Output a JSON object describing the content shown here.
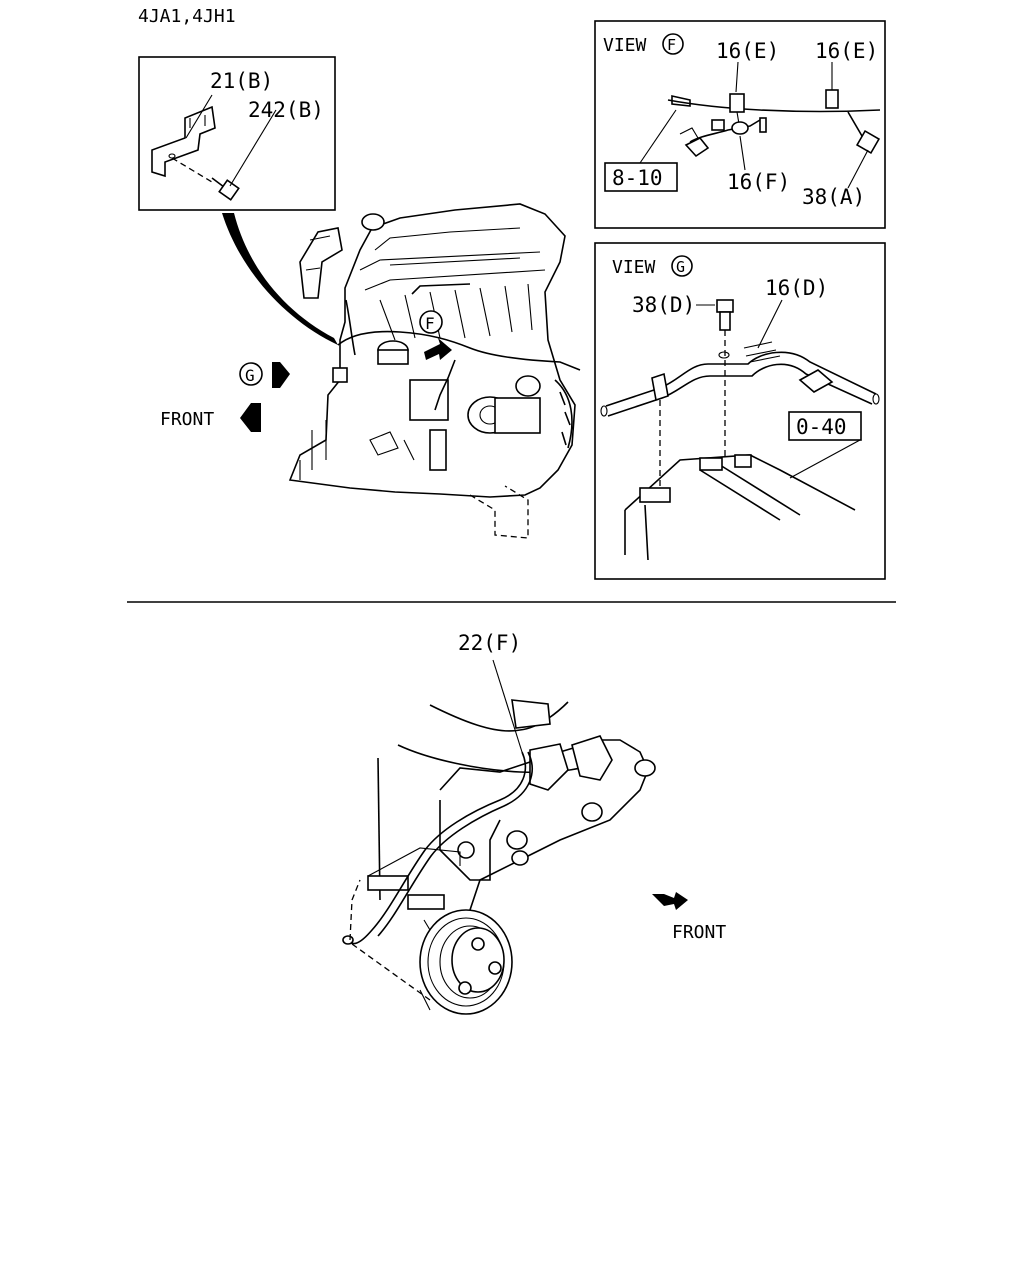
{
  "header": {
    "engine_codes": "4JA1,4JH1"
  },
  "detail_box": {
    "part_bracket": "21(B)",
    "part_bolt": "242(B)"
  },
  "engine_view": {
    "view_f_marker": "F",
    "view_g_marker": "G",
    "front_label": "FRONT"
  },
  "view_f": {
    "title": "VIEW",
    "marker": "F",
    "labels": [
      "16(E)",
      "16(E)",
      "8-10",
      "16(F)",
      "38(A)"
    ]
  },
  "view_g": {
    "title": "VIEW",
    "marker": "G",
    "labels": [
      "38(D)",
      "16(D)",
      "0-40"
    ]
  },
  "pump_view": {
    "part_label": "22(F)",
    "front_label": "FRONT"
  }
}
